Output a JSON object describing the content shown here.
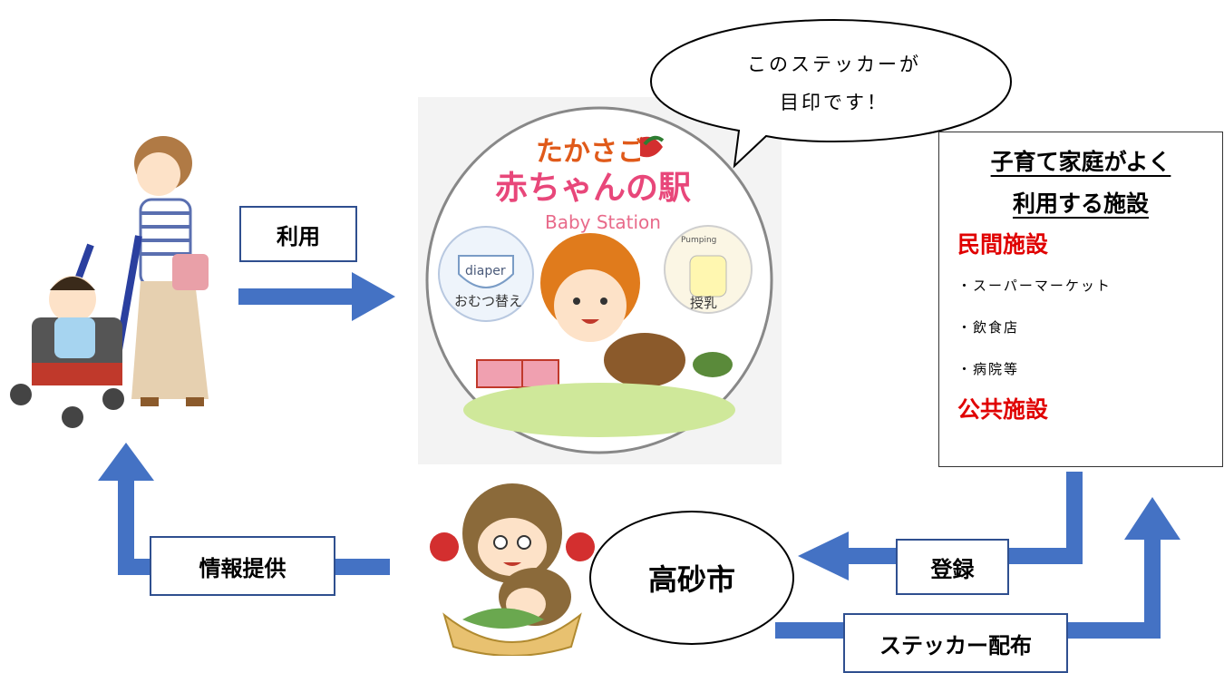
{
  "labels": {
    "use": "利用",
    "info": "情報提供",
    "register": "登録",
    "sticker_dist": "ステッカー配布",
    "city": "高砂市"
  },
  "speech": {
    "line1": "このステッカーが",
    "line2": "目印です！"
  },
  "facility": {
    "title_line1": "子育て家庭がよく",
    "title_line2": "利用する施設",
    "private": "民間施設",
    "items": [
      "・スーパーマーケット",
      "・飲食店",
      "・病院等"
    ],
    "public": "公共施設"
  },
  "sticker": {
    "logo_line1": "たかさご",
    "logo_line2": "赤ちゃんの駅",
    "subtitle": "Baby Station",
    "diaper_en": "diaper",
    "diaper_jp": "おむつ替え",
    "pumping_en": "Pumping",
    "nursing_jp": "授乳"
  },
  "colors": {
    "arrow": "#4472c4",
    "box_border": "#2f4f8f",
    "red": "#e00000"
  }
}
